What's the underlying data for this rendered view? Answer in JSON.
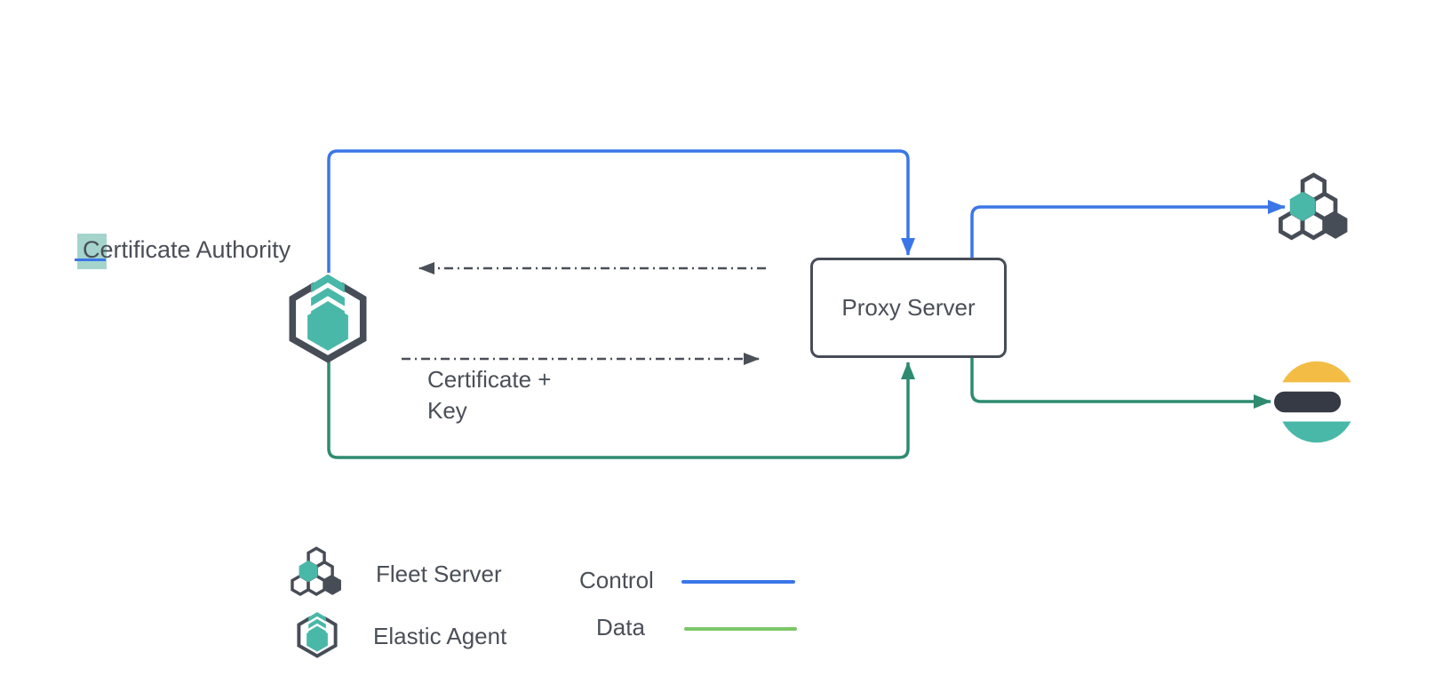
{
  "nodes": {
    "certificate_authority": {
      "label_highlighted": "C",
      "label_rest": "ertificate Authority"
    },
    "proxy_server": {
      "label": "Proxy Server"
    },
    "certificate_key": {
      "line1": "Certificate +",
      "line2": "Key"
    }
  },
  "edges": {
    "control_agent_to_proxy": "control",
    "control_proxy_to_fleet": "control",
    "data_agent_to_proxy": "data",
    "data_proxy_to_elasticsearch": "data",
    "cert_exchange_left": "dashed",
    "cert_exchange_right": "dashed"
  },
  "legend": {
    "items": [
      {
        "icon": "fleet-server-icon",
        "label": "Fleet Server"
      },
      {
        "icon": "elastic-agent-icon",
        "label": "Elastic Agent"
      }
    ],
    "lines": [
      {
        "label": "Control",
        "color": "#3b76e8"
      },
      {
        "label": "Data",
        "color": "#7cc668"
      }
    ]
  },
  "icons": {
    "elastic_agent": "elastic-agent-icon",
    "fleet_server": "fleet-server-icon",
    "elasticsearch": "elasticsearch-icon"
  },
  "colors": {
    "control_blue": "#3b76e8",
    "data_green": "#2e8b70",
    "legend_data_green": "#7cc668",
    "teal": "#49b8a8",
    "dark_slate": "#474d57",
    "text": "#4a4f58",
    "dashed_gray": "#4a4f58",
    "es_yellow": "#f3bd45",
    "es_dark": "#353a45",
    "selection_teal": "#a4d4cc",
    "canvas_bg": "#ffffff"
  }
}
